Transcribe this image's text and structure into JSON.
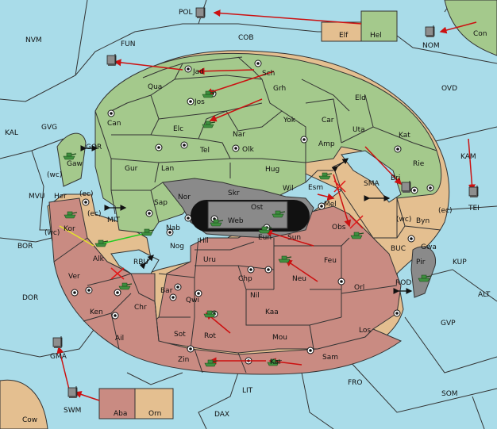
{
  "colors": {
    "sea": "#a9dce9",
    "green_power": "#a4c98c",
    "red_power": "#c98b82",
    "neutral": "#e4bf90",
    "dark": "#8a8a8a",
    "order_arrow": "#cc1111",
    "support_arrow": "#e5e52a",
    "convoy_arrow": "#22cc22",
    "unit_color": "#3f8f3f",
    "cut_mark": "#e01818"
  },
  "labels": {
    "POL": "POL",
    "NVM": "NVM",
    "FUN": "FUN",
    "COB": "COB",
    "NOM": "NOM",
    "Con": "Con",
    "OVD": "OVD",
    "KAL": "KAL",
    "GVG": "GVG",
    "GOR": "GOR",
    "MVU": "MVU",
    "BOR": "BOR",
    "DOR": "DOR",
    "MIT": "MIT",
    "RBU": "RBU",
    "KAM": "KAM",
    "TEI": "TEI",
    "KUP": "KUP",
    "ALT": "ALT",
    "GVP": "GVP",
    "BUC": "BUC",
    "ROD": "ROD",
    "SMA": "SMA",
    "FRO": "FRO",
    "SOM": "SOM",
    "LIT": "LIT",
    "DAX": "DAX",
    "SWM": "SWM",
    "GMA": "GMA",
    "Cow": "Cow",
    "Elf": "Elf",
    "Hel": "Hel",
    "Jad": "Jad",
    "Sch": "Sch",
    "Qua": "Qua",
    "Jos": "Jos",
    "Grh": "Grh",
    "Eld": "Eld",
    "Can": "Can",
    "Elc": "Elc",
    "Nar": "Nar",
    "Yok": "Yok",
    "Car": "Car",
    "Uta": "Uta",
    "Kat": "Kat",
    "Tel": "Tel",
    "Olk": "Olk",
    "Amp": "Amp",
    "Gur": "Gur",
    "Lan": "Lan",
    "Hug": "Hug",
    "Rie": "Rie",
    "Gaw": "Gaw",
    "Wil": "Wil",
    "Esm": "Esm",
    "Bri": "Bri",
    "Nor": "Nor",
    "Skr": "Skr",
    "Ost": "Ost",
    "Web": "Web",
    "Mel": "Mel",
    "Her": "Her",
    "(wc)": "(wc)",
    "(ec)": "(ec)",
    "Sap": "Sap",
    "Kor": "Kor",
    "Nab": "Nab",
    "Eun": "Eun",
    "Sun": "Sun",
    "Obs": "Obs",
    "Byn": "Byn",
    "Hil": "Hil",
    "Nog": "Nog",
    "Alk": "Alk",
    "Gwa": "Gwa",
    "Uru": "Uru",
    "Feu": "Feu",
    "Pir": "Pir",
    "Ver": "Ver",
    "Chp": "Chp",
    "Neu": "Neu",
    "Orl": "Orl",
    "Bar": "Bar",
    "Qwi": "Qwi",
    "Nil": "Nil",
    "Ken": "Ken",
    "Chr": "Chr",
    "Kaa": "Kaa",
    "Los": "Los",
    "Ail": "Ail",
    "Sot": "Sot",
    "Rot": "Rot",
    "Mou": "Mou",
    "Sam": "Sam",
    "Zin": "Zin",
    "Kar": "Kar",
    "Aba": "Aba",
    "Orn": "Orn"
  }
}
